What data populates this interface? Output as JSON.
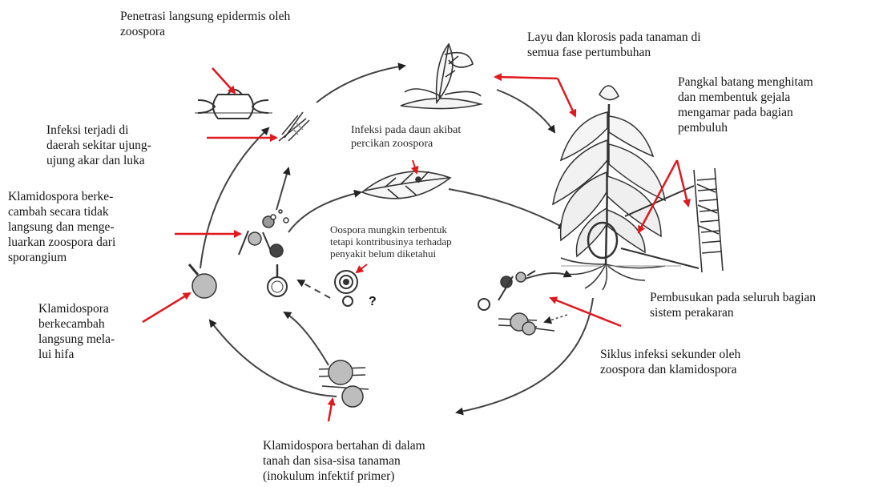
{
  "labels": {
    "penetration": "Penetrasi langsung epidermis oleh\nzoospora",
    "wilting": "Layu dan klorosis pada tanaman di\nsemua fase pertumbuhan",
    "stem_base": "Pangkal batang menghitam\ndan membentuk gejala\nmengamar pada bagian\npembuluh",
    "root_tip_infection": "Infeksi terjadi di\ndaerah sekitar ujung-\nujung akar dan luka",
    "indirect_germination": "Klamidospora berke-\ncambah secara tidak\nlangsung dan menge-\nluarkan zoospora dari\nsporangium",
    "direct_germination": "Klamidospora\nberkecambah\nlangsung mela-\nlui hifa",
    "root_rot": "Pembusukan pada seluruh bagian\nsistem perakaran",
    "secondary_cycle": "Siklus infeksi sekunder oleh\nzoospora dan klamidospora",
    "primary_inoculum": "Klamidospora bertahan di dalam\ntanah dan sisa-sisa tanaman\n(inokulum infektif primer)",
    "leaf_infection": "Infeksi pada daun akibat\npercikan zoospora",
    "oospore_note": "Oospora mungkin terbentuk\ntetapi kontribusinya terhadap\npenyakit belum diketahui",
    "question_mark": "?"
  },
  "colors": {
    "annotation_arrow": "#e0191e",
    "drawing": "#333333"
  }
}
